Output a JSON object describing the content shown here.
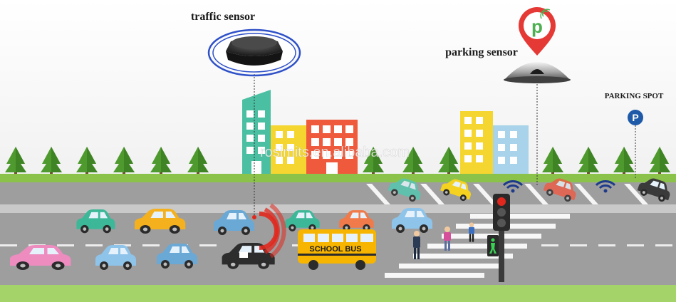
{
  "labels": {
    "traffic_sensor": "traffic sensor",
    "parking_sensor": "parking sensor",
    "parking_spot": "PARKING SPOT",
    "parking_sign_letter": "P",
    "pin_letter": "p",
    "school_bus": "SCHOOL BUS",
    "watermark": "rosimits.en.alibaba.com"
  },
  "colors": {
    "grass": "#8bc34a",
    "road": "#9e9e9e",
    "lane_mark": "#d0d0d0",
    "sensor_ring": "#2e50c8",
    "signal_red": "#e0281e",
    "pin_red": "#e53935",
    "pin_green": "#4caf50",
    "parking_sign": "#1e5aa8",
    "wifi_blue": "#1e3a8a"
  },
  "icons": {
    "traffic_sensor": "traffic-sensor-puck-icon",
    "parking_sensor": "parking-sensor-dome-icon",
    "map_pin": "map-pin-icon",
    "parking_sign": "parking-sign-icon",
    "traffic_light": "traffic-light-icon",
    "pedestrian_signal": "pedestrian-signal-icon"
  }
}
